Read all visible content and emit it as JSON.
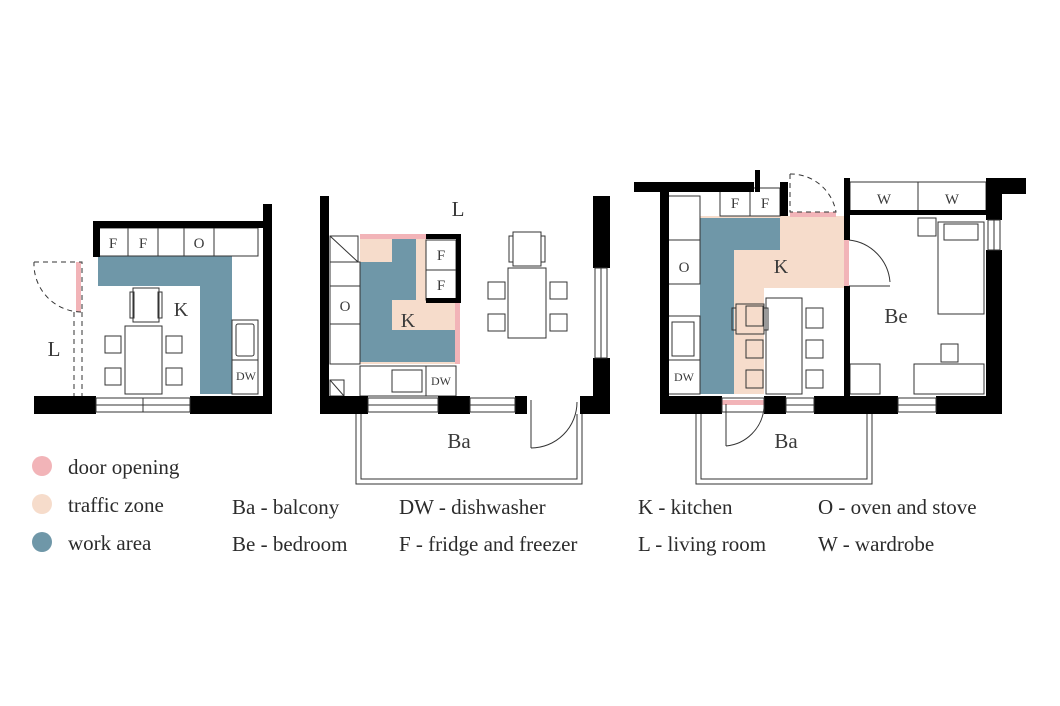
{
  "colors": {
    "door_opening": "#f2b4b8",
    "traffic_zone": "#f6dccb",
    "work_area": "#6f97a8",
    "wall": "#000000"
  },
  "plan1": {
    "fridge1": "F",
    "fridge2": "F",
    "oven": "O",
    "kitchen": "K",
    "dishwasher": "DW",
    "living": "L"
  },
  "plan2": {
    "living": "L",
    "fridge1": "F",
    "fridge2": "F",
    "oven": "O",
    "kitchen": "K",
    "dishwasher": "DW",
    "balcony": "Ba"
  },
  "plan3": {
    "fridge1": "F",
    "fridge2": "F",
    "wardrobe1": "W",
    "wardrobe2": "W",
    "oven": "O",
    "kitchen": "K",
    "dishwasher": "DW",
    "bedroom": "Be",
    "balcony": "Ba"
  },
  "legend": {
    "door_opening": "door opening",
    "traffic_zone": "traffic zone",
    "work_area": "work area"
  },
  "abbreviations": [
    "Ba - balcony",
    "Be - bedroom",
    "DW - dishwasher",
    "F - fridge and freezer",
    "K - kitchen",
    "L - living room",
    "O - oven and stove",
    "W - wardrobe"
  ]
}
